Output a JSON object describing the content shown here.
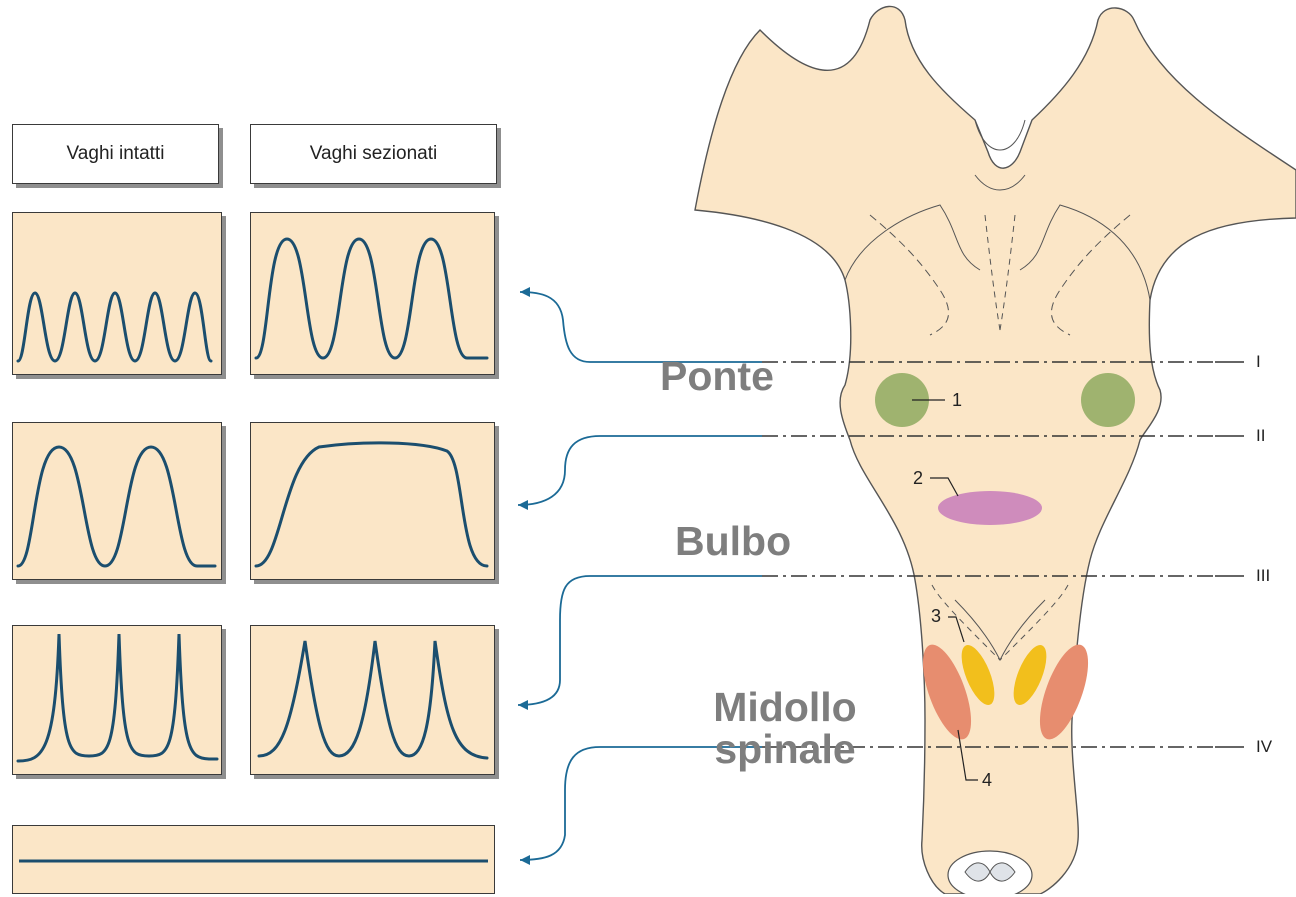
{
  "headers": {
    "intact": "Vaghi intatti",
    "sectioned": "Vaghi sezionati"
  },
  "regions": {
    "pons": "Ponte",
    "medulla": "Bulbo",
    "spinal_line1": "Midollo",
    "spinal_line2": "spinale"
  },
  "levels": [
    "I",
    "II",
    "III",
    "IV"
  ],
  "structures": [
    "1",
    "2",
    "3",
    "4"
  ],
  "colors": {
    "tissue": "#fbe6c7",
    "waveform": "#1b4e6e",
    "structure_1": "#9fb36f",
    "structure_2": "#cf8cbc",
    "structure_3": "#f2bf1c",
    "structure_4": "#e78d6f",
    "region_text": "#7e7e7e"
  }
}
